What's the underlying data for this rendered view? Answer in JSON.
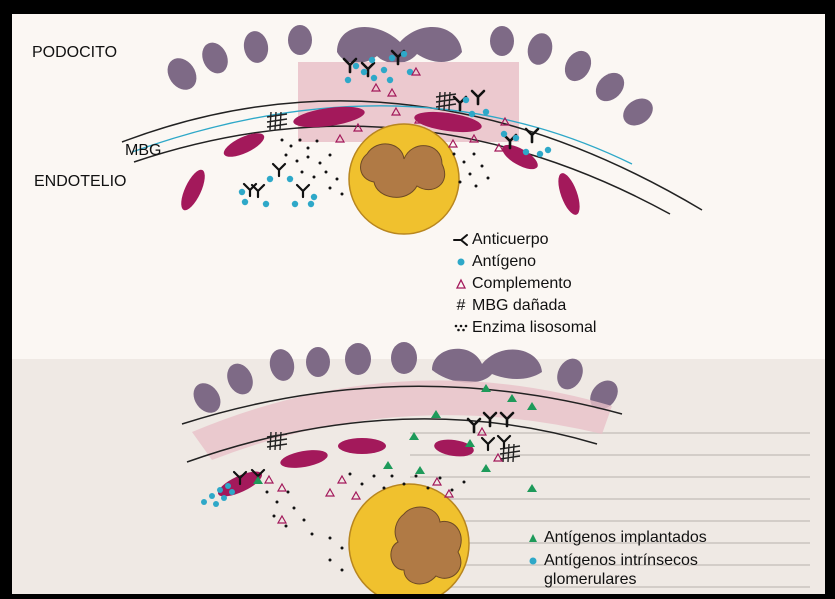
{
  "labels": {
    "podocito": "PODOCITO",
    "mbg": "MBG",
    "endotelio": "ENDOTELIO"
  },
  "legend_top": [
    {
      "icon": "antibody-icon",
      "text": "Anticuerpo"
    },
    {
      "icon": "antigen-dot-icon",
      "text": "Antígeno"
    },
    {
      "icon": "complement-triangle-icon",
      "text": "Complemento"
    },
    {
      "icon": "hash-icon",
      "text": "MBG dañada"
    },
    {
      "icon": "enzyme-dots-icon",
      "text": "Enzima lisosomal"
    }
  ],
  "legend_bottom": [
    {
      "icon": "green-triangle-icon",
      "text": "Antígenos implantados"
    },
    {
      "icon": "antigen-dot-icon",
      "text": "Antígenos intrínsecos"
    },
    {
      "icon": "",
      "text": "glomerulares"
    }
  ],
  "colors": {
    "podocyte": "#7e6a86",
    "endothelium": "#a3195b",
    "neutrophil": "#f0c12e",
    "nucleus": "#b07a45",
    "antigen": "#2ea8c8",
    "gbm_band": "#e9c1c8",
    "implanted_antigen": "#1e9a5a"
  }
}
